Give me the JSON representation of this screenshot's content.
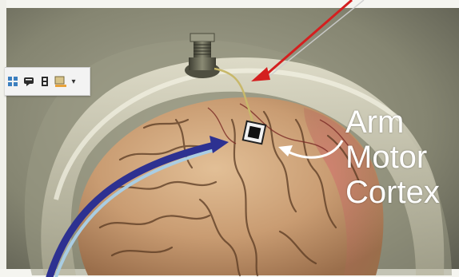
{
  "annotation": {
    "lines": [
      "Arm",
      "Motor",
      "Cortex"
    ]
  },
  "toolbar": {
    "icons": [
      "grid-icon",
      "comment-icon",
      "copy-icon",
      "highlight-icon",
      "dropdown-icon"
    ]
  },
  "colors": {
    "background_wall": "#8a8a78",
    "helmet": "#d4cfb5",
    "brain": "#c7a07a",
    "motor_cortex_tint": "#c27a6a",
    "connector": "#5a5a4a",
    "red_arrow": "#d41f1f",
    "blue_arrow": "#2d3191",
    "light_blue_arrow": "#a9cde3",
    "label_text": "#ffffff"
  }
}
